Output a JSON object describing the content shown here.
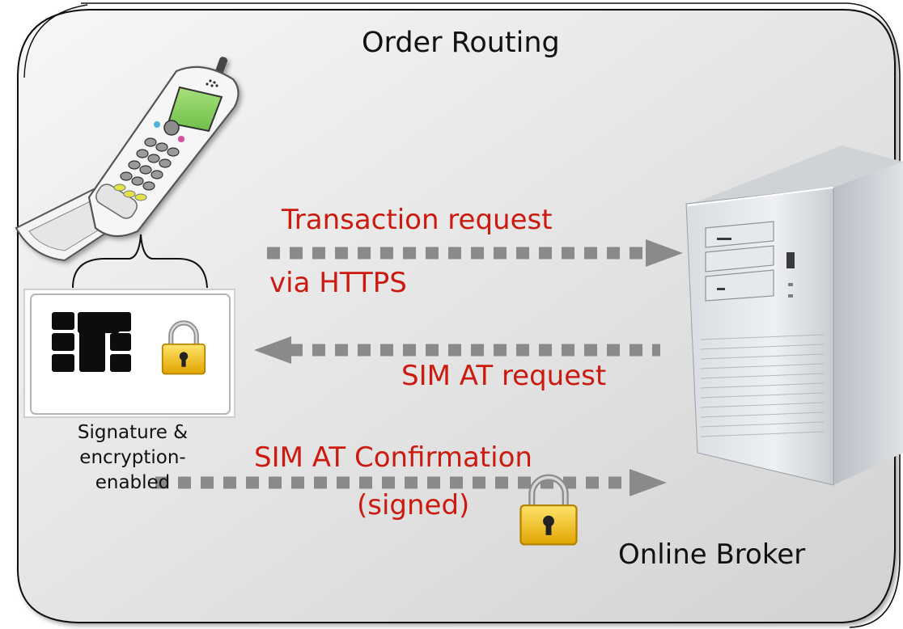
{
  "diagram": {
    "title": "Order Routing",
    "edges": {
      "transaction_request": {
        "line1": "Transaction request",
        "line2": "via HTTPS",
        "direction": "phone-to-broker"
      },
      "sim_at_request": {
        "label": "SIM AT request",
        "direction": "broker-to-phone"
      },
      "sim_at_confirmation": {
        "line1": "SIM AT Confirmation",
        "line2": "(signed)",
        "direction": "phone-to-broker"
      }
    },
    "nodes": {
      "phone": {
        "icon": "mobile-phone-icon"
      },
      "sim_card": {
        "icon": "sim-card-icon",
        "caption": [
          "Signature &",
          "encryption-",
          "enabled"
        ]
      },
      "broker": {
        "icon": "server-tower-icon",
        "label": "Online Broker"
      }
    },
    "colors": {
      "edge_label": "#cc1a10",
      "arrow": "#8a8a8a",
      "panel_fill": "#e0e0e0",
      "lock_body": "#f2c21b"
    }
  }
}
